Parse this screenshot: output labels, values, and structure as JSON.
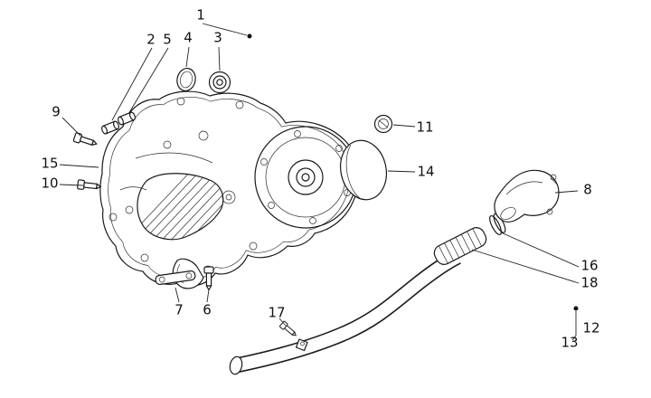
{
  "colors": {
    "line": "#1a1a1a",
    "background": "#ffffff"
  },
  "callouts": {
    "c1": "1",
    "c2": "2",
    "c3": "3",
    "c4": "4",
    "c5": "5",
    "c6": "6",
    "c7": "7",
    "c8": "8",
    "c9": "9",
    "c10": "10",
    "c11": "11",
    "c12": "12",
    "c13": "13",
    "c14": "14",
    "c15": "15",
    "c16": "16",
    "c17": "17",
    "c18": "18"
  }
}
